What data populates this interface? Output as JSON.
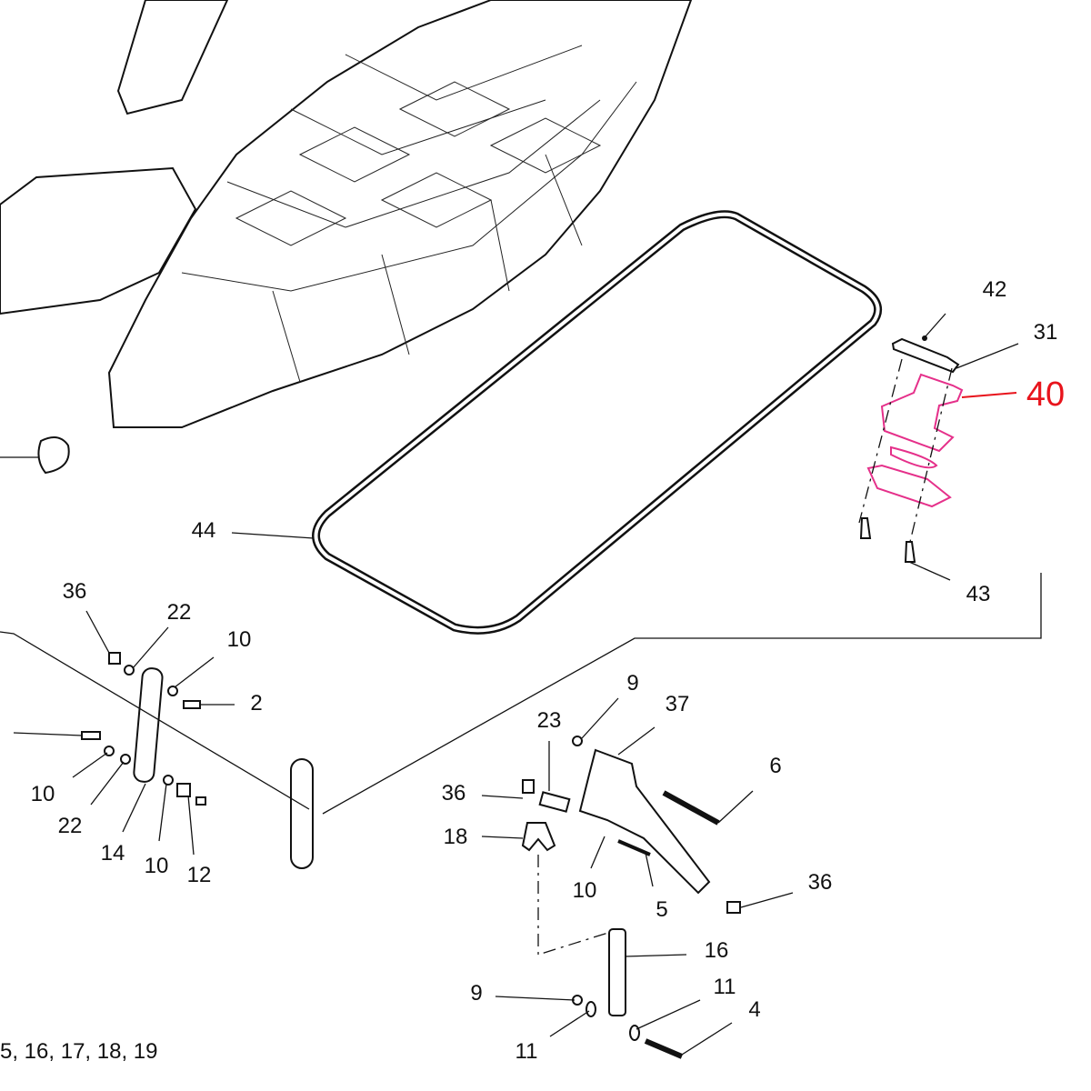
{
  "diagram": {
    "highlight_color": "#e8141c",
    "part_color": "#e5308a",
    "callouts": [
      "42",
      "31",
      "40",
      "43",
      "44",
      "36",
      "22",
      "10",
      "2",
      "10",
      "22",
      "14",
      "10",
      "12",
      "9",
      "37",
      "23",
      "36",
      "18",
      "6",
      "10",
      "5",
      "36",
      "16",
      "9",
      "11",
      "4",
      "11"
    ],
    "highlighted_callout": "40",
    "footnote": "5, 16, 17, 18, 19"
  }
}
